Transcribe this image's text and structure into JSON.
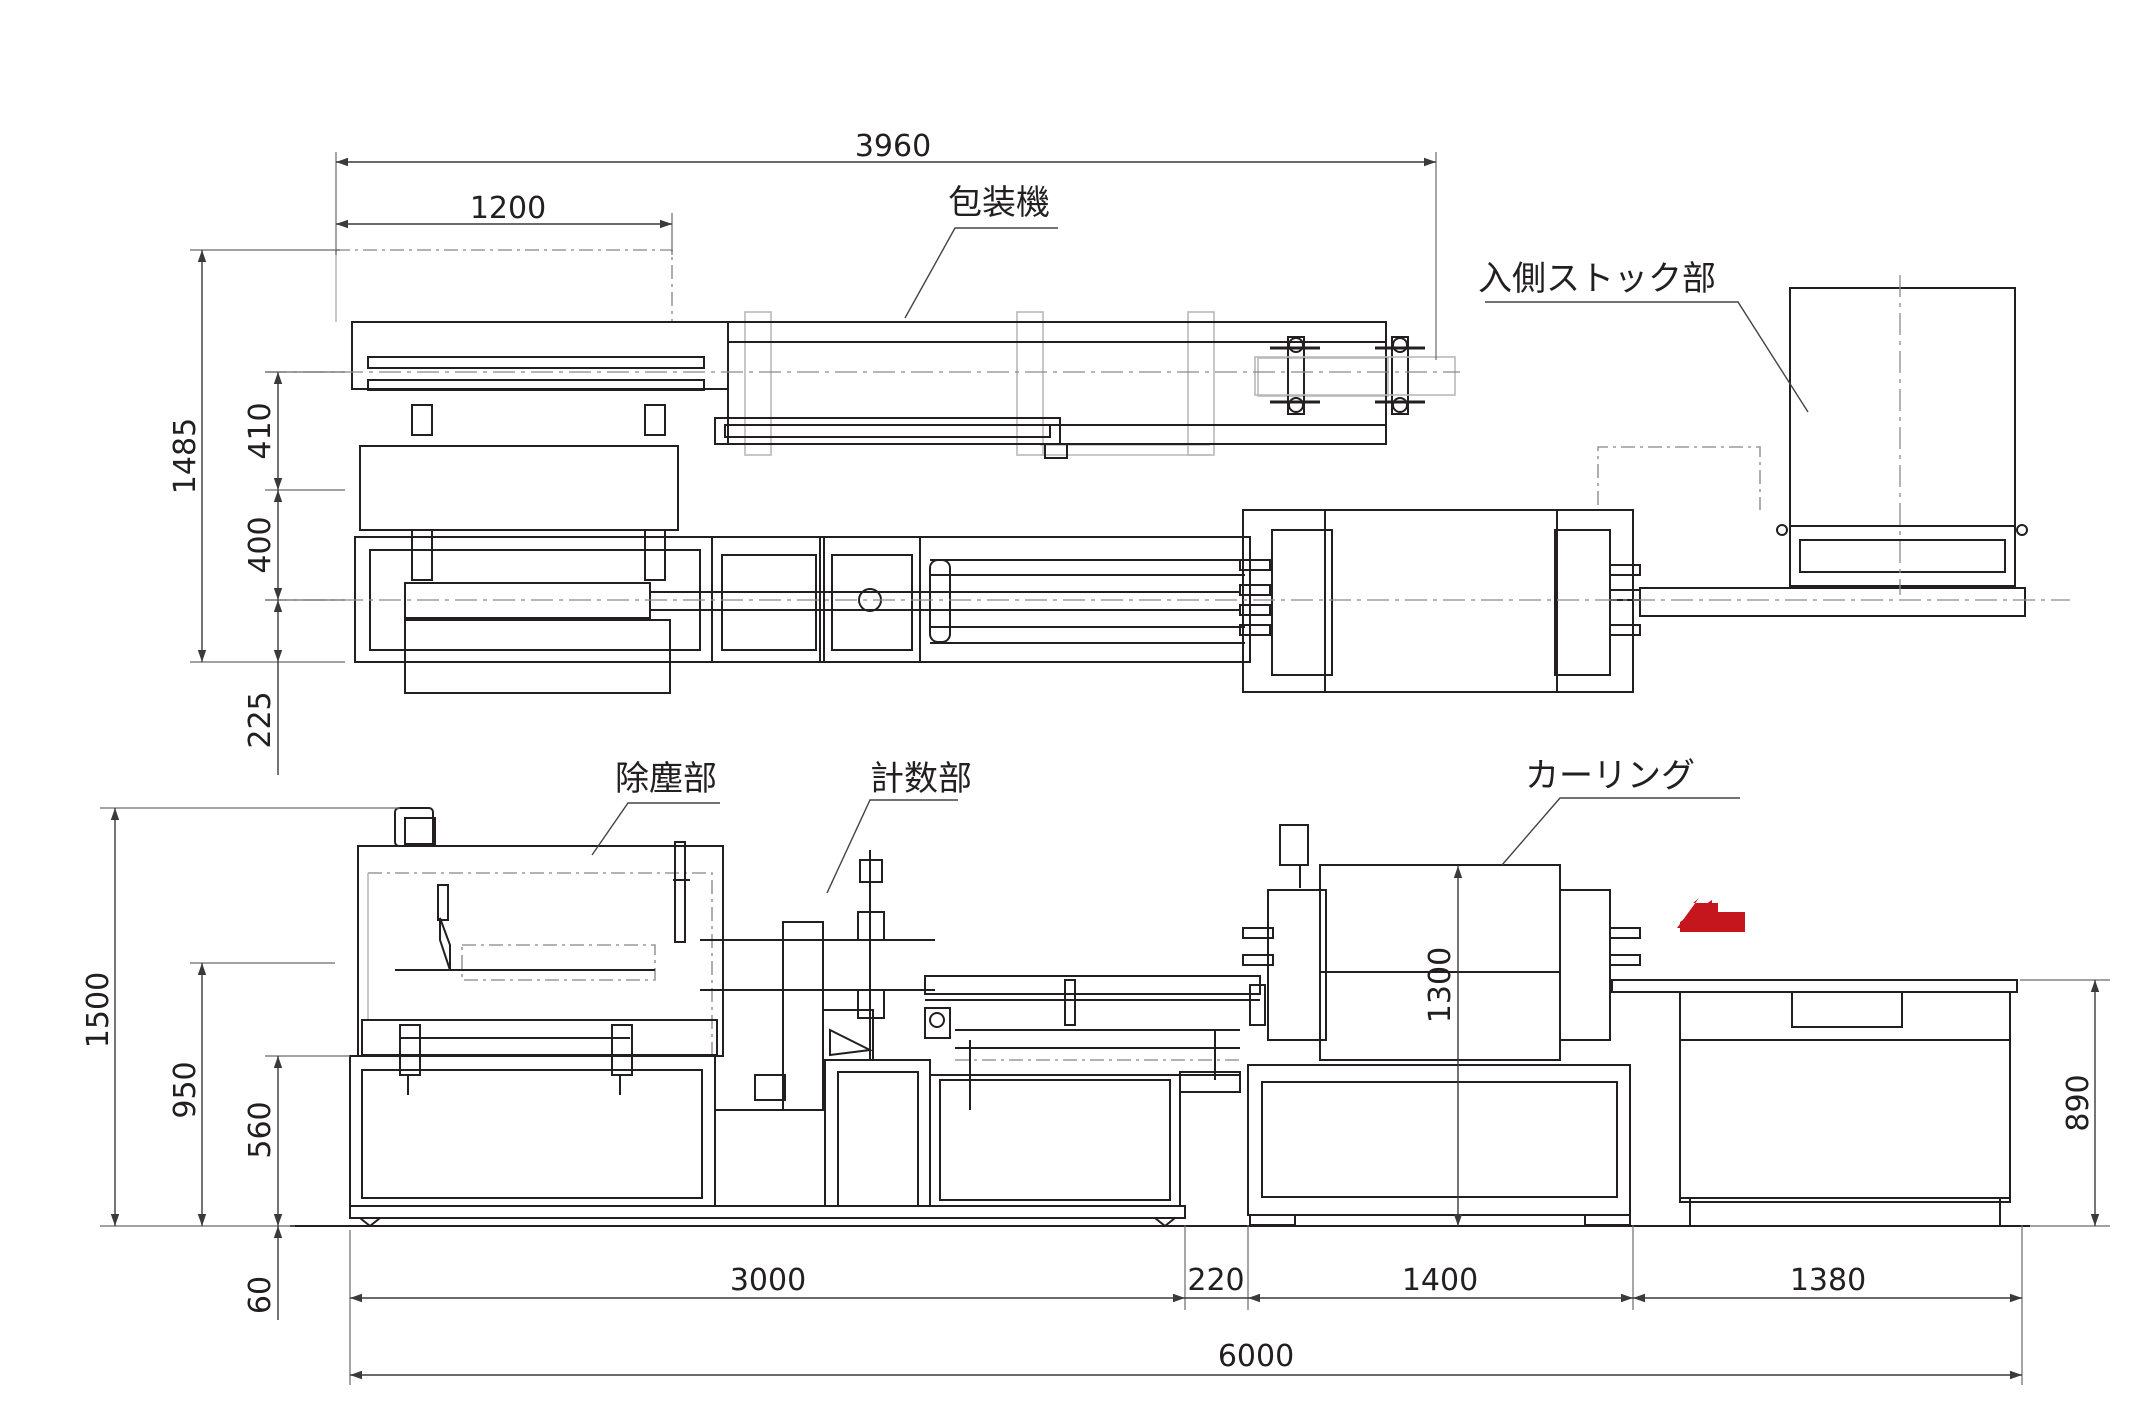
{
  "labels": {
    "packaging_machine": "包装機",
    "inlet_stock": "入側ストック部",
    "dust_removal": "除塵部",
    "counting": "計数部",
    "curling": "カーリング"
  },
  "dimensions": {
    "top_overall_width": "3960",
    "top_packer_width": "1200",
    "top_total_height": "1485",
    "top_upper_height": "410",
    "top_middle_height": "400",
    "top_lower_offset": "225",
    "side_total_height": "1500",
    "side_mid_height": "950",
    "side_table_height": "560",
    "side_floor_offset": "60",
    "curling_height": "1300",
    "stock_table_height": "890",
    "section_1": "3000",
    "section_gap": "220",
    "section_2": "1400",
    "section_3": "1380",
    "overall_length": "6000"
  },
  "colors": {
    "line": "#231f20",
    "flow_arrow": "#c4161c"
  }
}
